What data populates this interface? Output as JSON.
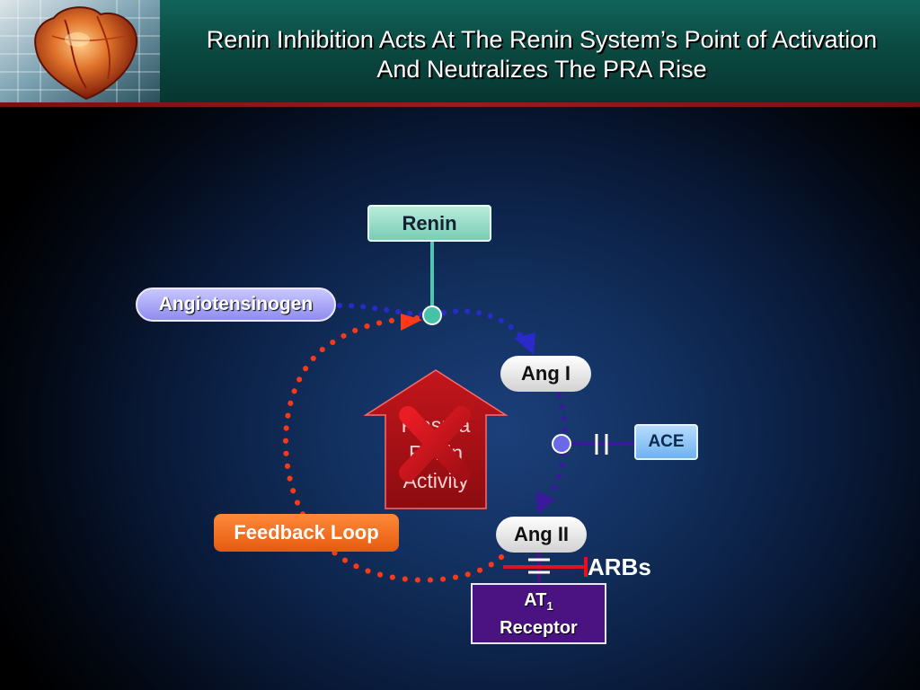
{
  "title": {
    "line1": "Renin Inhibition Acts At The Renin System’s Point of Activation",
    "line2": "And Neutralizes The PRA Rise"
  },
  "diagram": {
    "renin": "Renin",
    "angiotensinogen": "Angiotensinogen",
    "ang1": "Ang I",
    "ang2": "Ang II",
    "ace": "ACE",
    "feedback": "Feedback Loop",
    "at1": {
      "prefix": "AT",
      "subscript": "1",
      "line2": "Receptor"
    },
    "arbs": "ARBs",
    "pra": {
      "line1": "Plasma",
      "line2": "Renin",
      "line3": "Activity"
    }
  },
  "icons": {
    "logo": "heart-image-icon",
    "blocked": "x-mark-icon"
  },
  "colors": {
    "blue_path": "#2a2ac8",
    "red_path": "#ff3a1a",
    "purple_path": "#3a1a9a",
    "teal_connector": "#4ec7b0",
    "blocker_red": "#e0141c"
  }
}
